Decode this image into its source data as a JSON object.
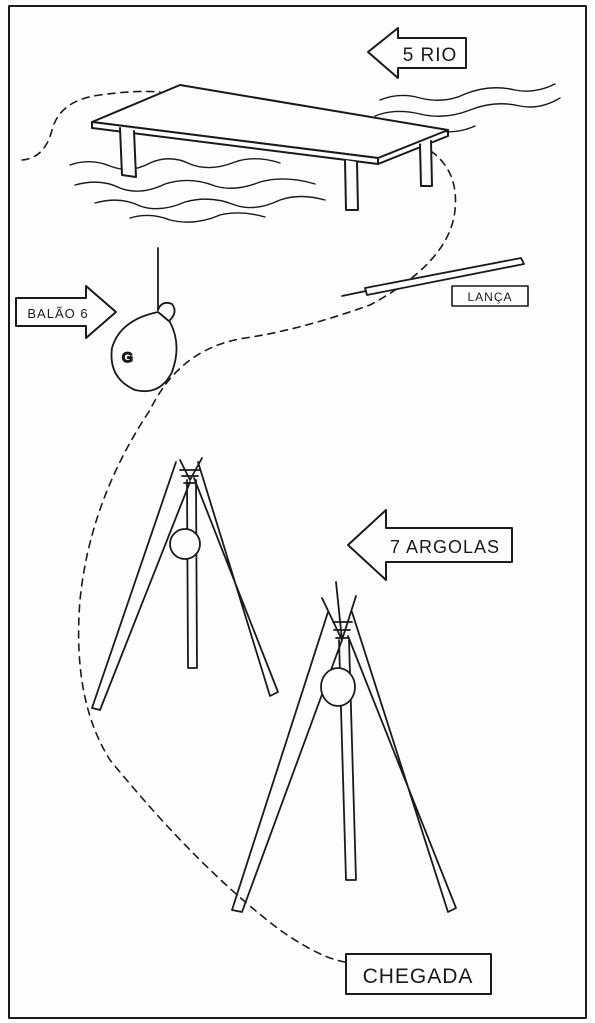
{
  "labels": {
    "rio": "5 RIO",
    "balao": "BALÃO 6",
    "lanca": "LANÇA",
    "argolas": "7 ARGOLAS",
    "chegada": "CHEGADA",
    "balloon_mark": "G"
  },
  "colors": {
    "ink": "#1a1a1a",
    "paper": "#fdfdfc"
  }
}
